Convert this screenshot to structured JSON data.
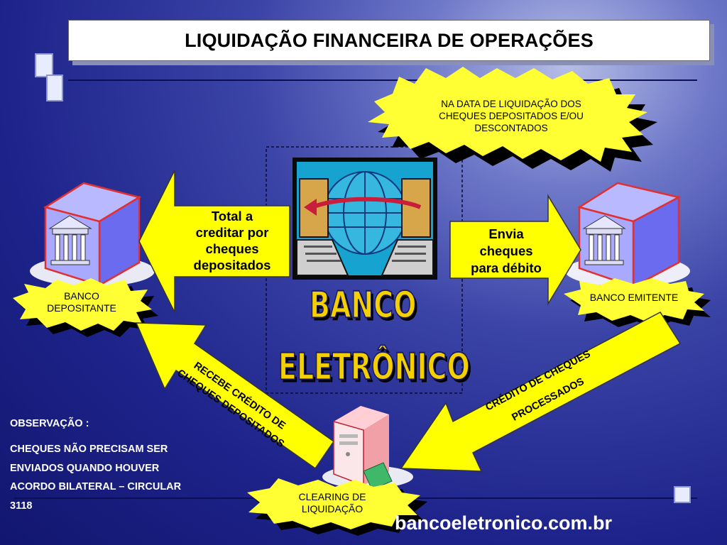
{
  "title": "LIQUIDAÇÃO FINANCEIRA DE OPERAÇÕES",
  "callout_top": [
    "NA DATA DE LIQUIDAÇÃO DOS",
    "CHEQUES DEPOSITADOS E/OU",
    "DESCONTADOS"
  ],
  "arrow_left_text": [
    "Total a",
    "creditar por",
    "cheques",
    "depositados"
  ],
  "arrow_right_text": [
    "Envia",
    "cheques",
    "para débito"
  ],
  "banco_depositante": [
    "BANCO",
    "DEPOSITANTE"
  ],
  "banco_emitente": "BANCO EMITENTE",
  "center_label": [
    "BANCO",
    "ELETRÔNICO"
  ],
  "arrow_lower_left": [
    "RECEBE CRÉDITO DE",
    "CHEQUES DEPOSITADOS"
  ],
  "arrow_lower_right": [
    "CRÉDITO DE CHEQUES",
    "PROCESSADOS"
  ],
  "clearing": [
    "CLEARING DE",
    "LIQUIDAÇÃO"
  ],
  "observacao_title": "OBSERVAÇÃO :",
  "observacao_lines": [
    "CHEQUES NÃO PRECISAM SER",
    "ENVIADOS QUANDO HOUVER",
    "ACORDO BILATERAL – CIRCULAR",
    "3118"
  ],
  "footer_url": "bancoeletronico.com.br",
  "colors": {
    "background": "#1d238a",
    "arrow_fill": "#ffff00",
    "burst_fill": "#ffff33",
    "banco_text": "#f5d000"
  },
  "icons": [
    "bank-building-icon",
    "computer-network-globe-icon",
    "server-tower-icon"
  ]
}
